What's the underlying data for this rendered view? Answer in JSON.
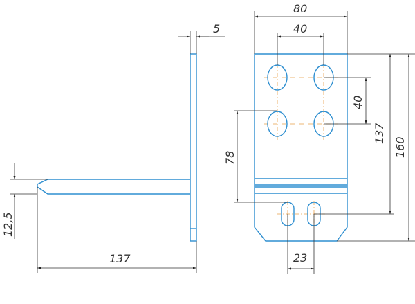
{
  "drawing": {
    "side_view": {
      "thickness_label": "5",
      "rod_diameter_label": "12,5",
      "length_label": "137"
    },
    "front_view": {
      "width_label": "80",
      "hole_spacing_horizontal_label": "40",
      "hole_spacing_vertical_label": "40",
      "slot_offset_label": "78",
      "height_to_slots_label": "137",
      "total_height_label": "160",
      "slot_spacing_label": "23"
    },
    "colors": {
      "part": "#2f8fd0",
      "dimension": "#333333",
      "axis": "#e8a04a"
    }
  }
}
